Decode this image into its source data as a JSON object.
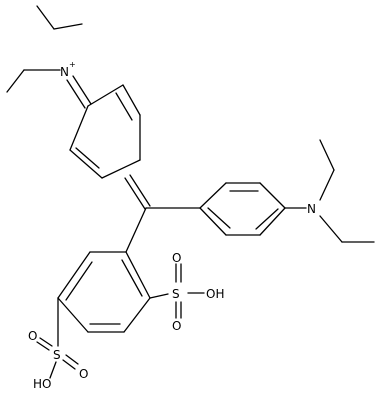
{
  "structure": {
    "atoms": {
      "n_plus": "N",
      "n_plus_charge": "+",
      "n_amine": "N",
      "s_ortho": "S",
      "s_ortho_o_top": "O",
      "s_ortho_o_bottom": "O",
      "s_ortho_oh": "OH",
      "s_para": "S",
      "s_para_o_top": "O",
      "s_para_o_right": "O",
      "s_para_oh": "HO"
    }
  }
}
